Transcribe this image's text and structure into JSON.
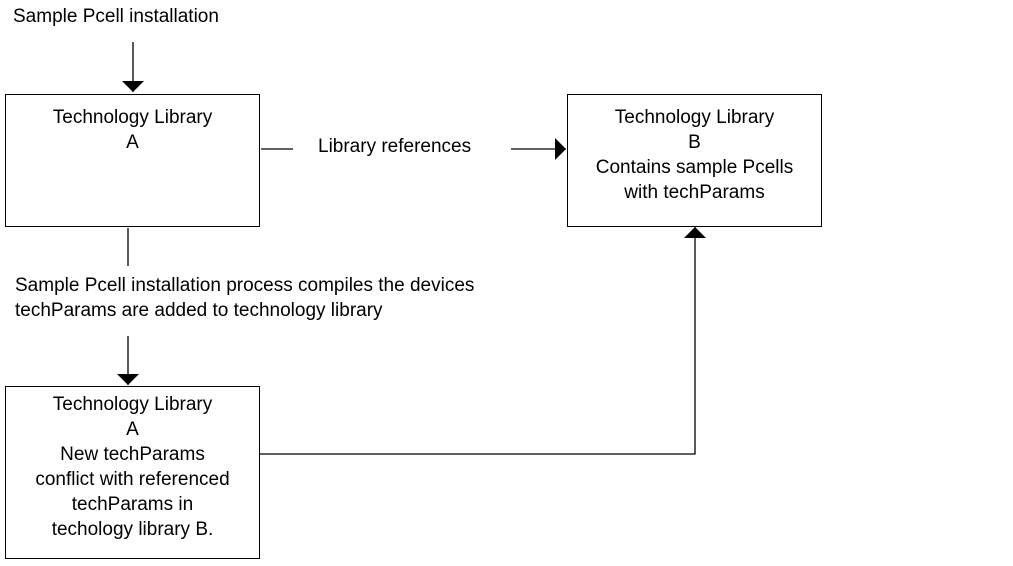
{
  "top_label": "Sample Pcell installation",
  "library_a_top": {
    "lines": [
      "Technology Library",
      "A"
    ]
  },
  "library_b": {
    "lines": [
      "Technology Library",
      "B",
      "Contains sample Pcells",
      "with techParams"
    ]
  },
  "library_a_bottom": {
    "lines": [
      "Technology Library",
      "A",
      "New techParams",
      "conflict with referenced",
      "techParams in",
      "techology library B."
    ]
  },
  "reference_label": "Library references",
  "process_note": {
    "line1": "Sample Pcell installation process compiles the devices",
    "line2": "techParams are added to technology library"
  }
}
